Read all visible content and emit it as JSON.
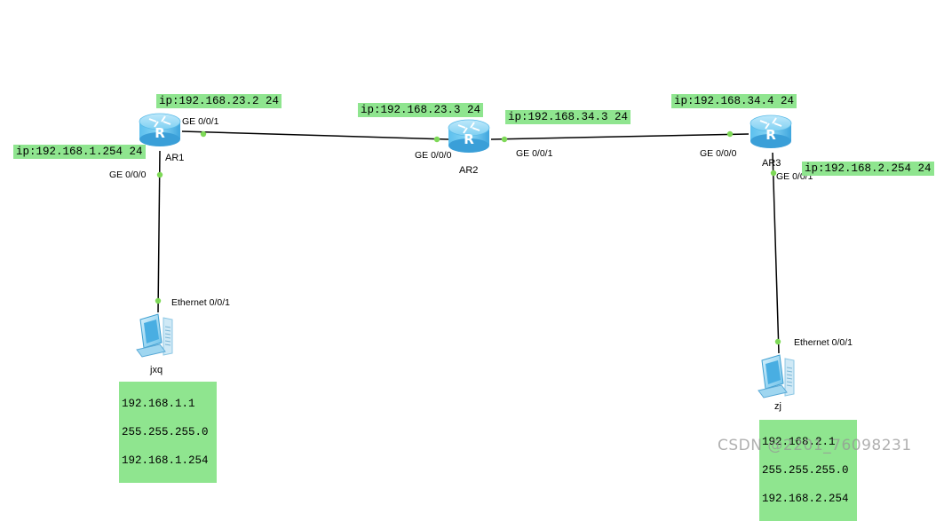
{
  "devices": {
    "ar1": {
      "name": "AR1"
    },
    "ar2": {
      "name": "AR2"
    },
    "ar3": {
      "name": "AR3"
    },
    "pc1": {
      "name": "jxq"
    },
    "pc2": {
      "name": "zj"
    }
  },
  "ports": {
    "ar1_g001": "GE 0/0/1",
    "ar1_g000": "GE 0/0/0",
    "ar2_g000": "GE 0/0/0",
    "ar2_g001": "GE 0/0/1",
    "ar3_g000": "GE 0/0/0",
    "ar3_g001": "GE 0/0/1",
    "pc1_eth": "Ethernet 0/0/1",
    "pc2_eth": "Ethernet 0/0/1"
  },
  "ip_labels": {
    "ar1_g001": "ip:192.168.23.2 24",
    "ar1_g000": "ip:192.168.1.254 24",
    "ar2_g000": "ip:192.168.23.3 24",
    "ar2_g001": "ip:192.168.34.3 24",
    "ar3_g000": "ip:192.168.34.4 24",
    "ar3_g001": "ip:192.168.2.254 24"
  },
  "pc_config": {
    "pc1": {
      "ip": "192.168.1.1",
      "mask": "255.255.255.0",
      "gateway": "192.168.1.254"
    },
    "pc2": {
      "ip": "192.168.2.1",
      "mask": "255.255.255.0",
      "gateway": "192.168.2.254"
    }
  },
  "colors": {
    "label_bg": "#8fe58f",
    "link": "#000000",
    "port_dot": "#7ed957",
    "router": "#4fb3e8"
  },
  "watermark": "CSDN @2201_76098231"
}
